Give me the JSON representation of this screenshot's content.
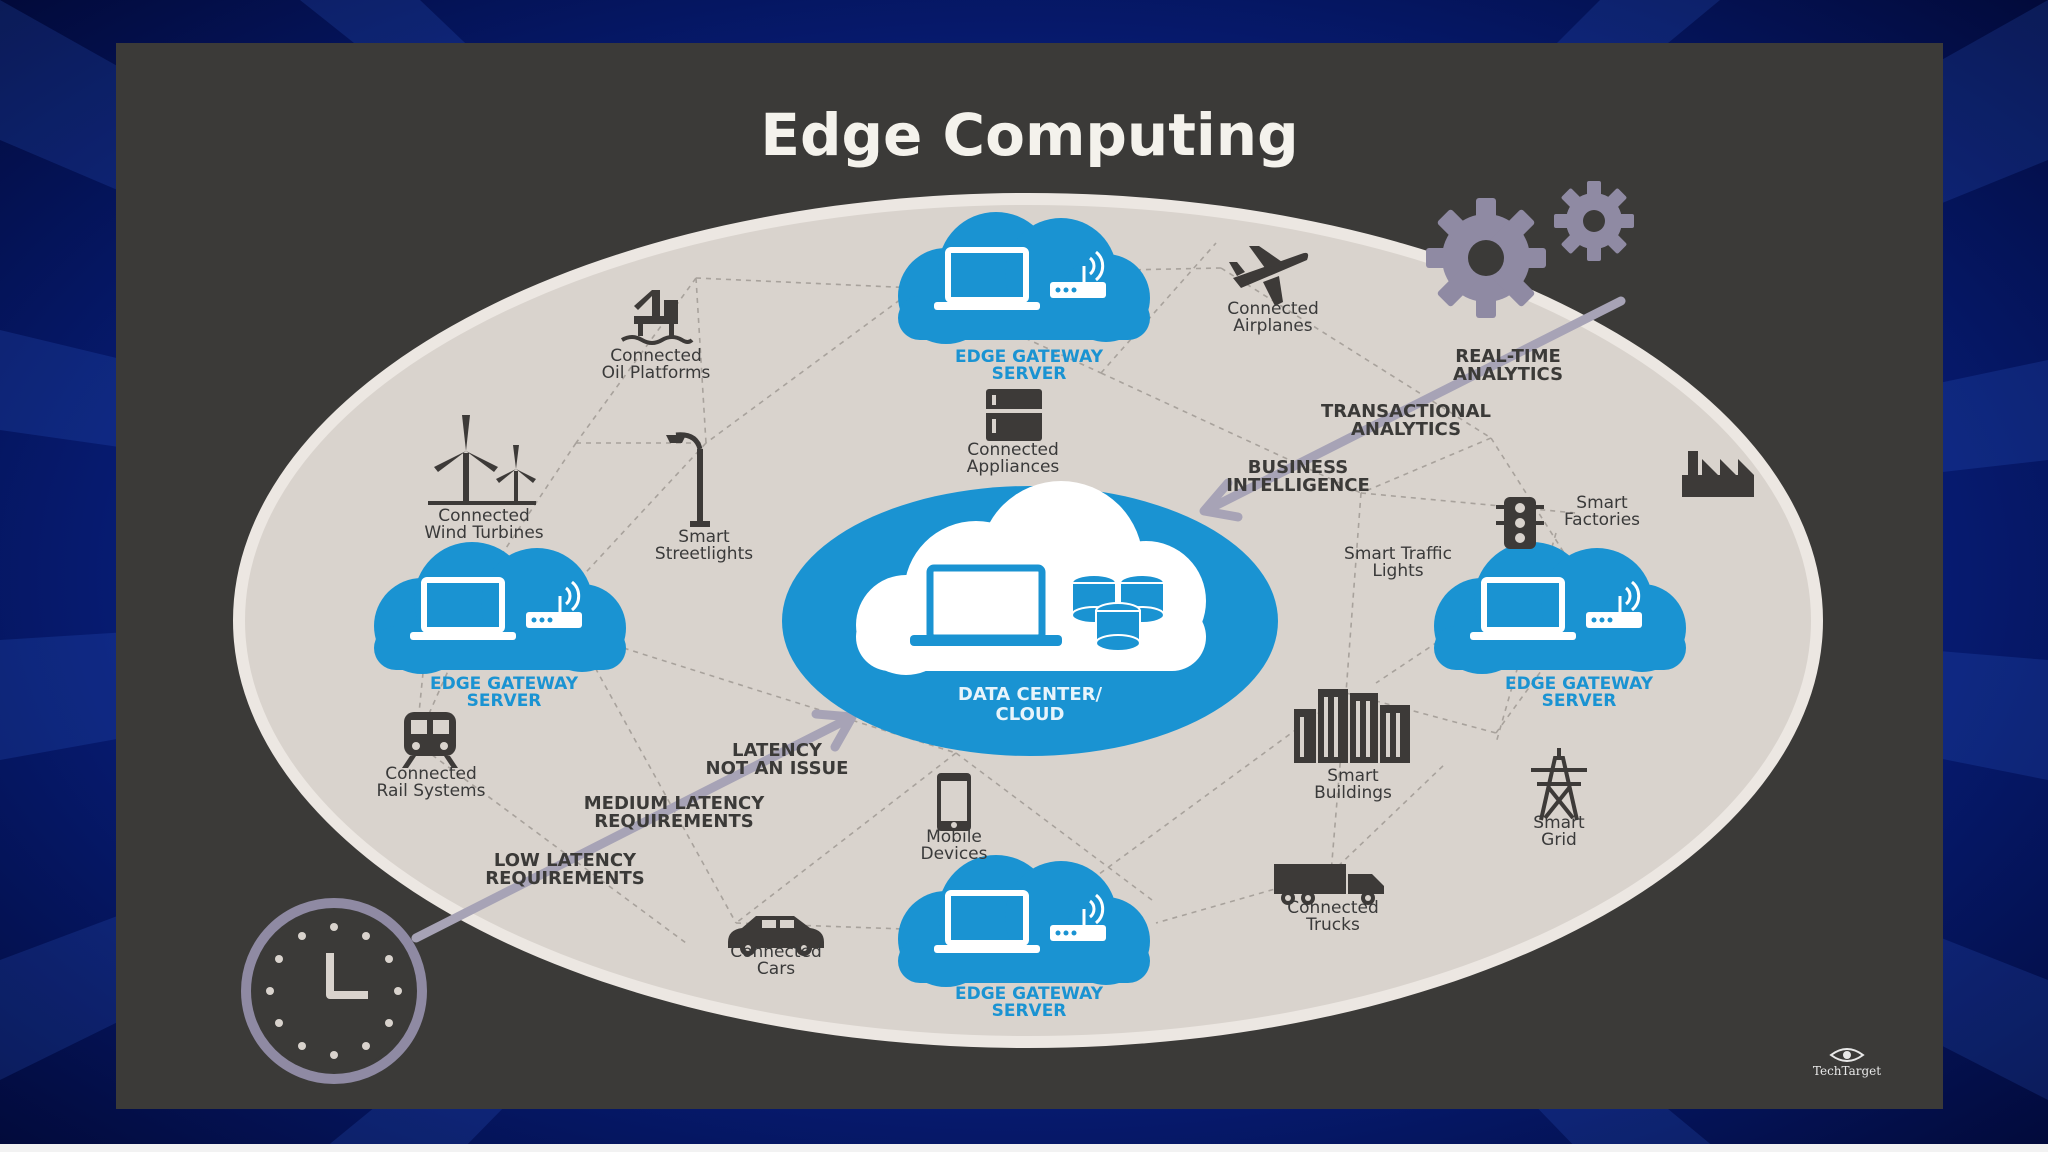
{
  "title": "Edge Computing",
  "center": {
    "line1": "DATA CENTER/",
    "line2": "CLOUD"
  },
  "gateways": [
    {
      "line1": "EDGE GATEWAY",
      "line2": "SERVER"
    },
    {
      "line1": "EDGE GATEWAY",
      "line2": "SERVER"
    },
    {
      "line1": "EDGE GATEWAY",
      "line2": "SERVER"
    },
    {
      "line1": "EDGE GATEWAY",
      "line2": "SERVER"
    }
  ],
  "devices": {
    "airplanes": {
      "line1": "Connected",
      "line2": "Airplanes",
      "icon": "airplane-icon"
    },
    "oil": {
      "line1": "Connected",
      "line2": "Oil Platforms",
      "icon": "oil-platform-icon"
    },
    "appliances": {
      "line1": "Connected",
      "line2": "Appliances",
      "icon": "refrigerator-icon"
    },
    "wind": {
      "line1": "Connected",
      "line2": "Wind Turbines",
      "icon": "wind-turbine-icon"
    },
    "streetlights": {
      "line1": "Smart",
      "line2": "Streetlights",
      "icon": "streetlight-icon"
    },
    "factories": {
      "line1": "Smart",
      "line2": "Factories",
      "icon": "factory-icon"
    },
    "traffic": {
      "line1": "Smart Traffic",
      "line2": "Lights",
      "icon": "traffic-light-icon"
    },
    "rail": {
      "line1": "Connected",
      "line2": "Rail Systems",
      "icon": "train-icon"
    },
    "mobile": {
      "line1": "Mobile",
      "line2": "Devices",
      "icon": "smartphone-icon"
    },
    "buildings": {
      "line1": "Smart",
      "line2": "Buildings",
      "icon": "building-icon"
    },
    "grid": {
      "line1": "Smart",
      "line2": "Grid",
      "icon": "power-tower-icon"
    },
    "trucks": {
      "line1": "Connected",
      "line2": "Trucks",
      "icon": "truck-icon"
    },
    "cars": {
      "line1": "Connected",
      "line2": "Cars",
      "icon": "car-icon"
    }
  },
  "analytics": {
    "realtime": {
      "line1": "REAL-TIME",
      "line2": "ANALYTICS"
    },
    "transactional": {
      "line1": "TRANSACTIONAL",
      "line2": "ANALYTICS"
    },
    "bi": {
      "line1": "BUSINESS",
      "line2": "INTELLIGENCE"
    }
  },
  "latency": {
    "none": {
      "line1": "LATENCY",
      "line2": "NOT AN ISSUE"
    },
    "medium": {
      "line1": "MEDIUM LATENCY",
      "line2": "REQUIREMENTS"
    },
    "low": {
      "line1": "LOW LATENCY",
      "line2": "REQUIREMENTS"
    }
  },
  "brand": "TechTarget",
  "colors": {
    "blue": "#1a93d2",
    "panel": "#3b3a38",
    "circle": "#d9d3cd",
    "label": "#3a3a3a"
  }
}
